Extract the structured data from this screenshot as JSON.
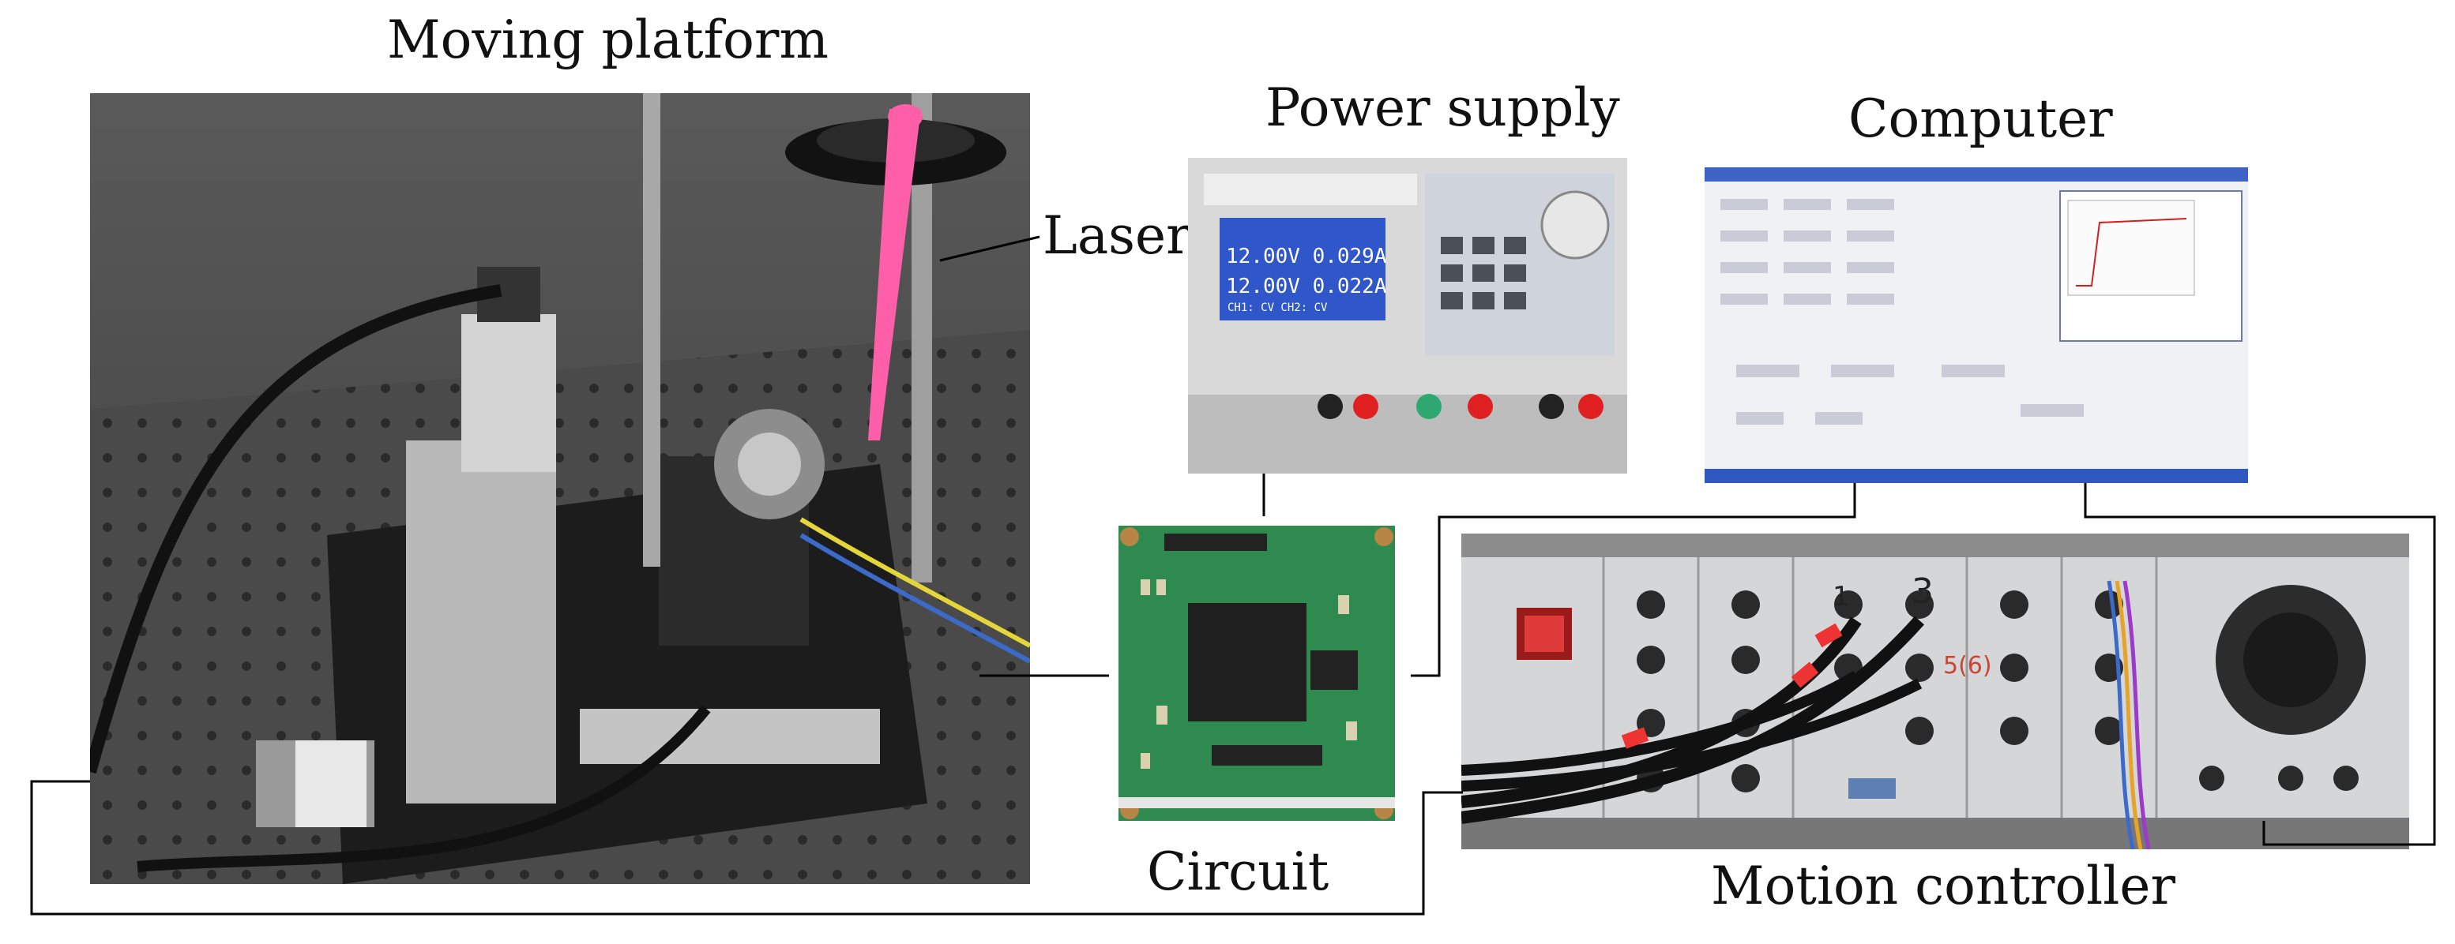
{
  "labels": {
    "moving_platform": "Moving platform",
    "laser": "Laser",
    "power_supply": "Power supply",
    "computer": "Computer",
    "circuit": "Circuit",
    "motion_controller": "Motion controller"
  },
  "power_supply_display": {
    "line1": "12.00V 0.029A",
    "line2": "12.00V 0.022A",
    "status": "CH1: CV    CH2: CV"
  },
  "controller_panel_marks": {
    "port_1": "1",
    "port_3": "3",
    "port_5": "5(6)"
  },
  "colors": {
    "connector_line": "#000000",
    "laser_beam": "#ff5fa8",
    "background": "#ffffff"
  }
}
